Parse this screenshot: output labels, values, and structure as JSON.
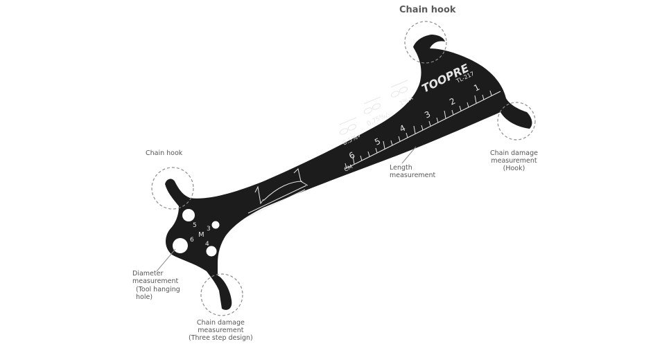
{
  "labels": {
    "chain_hook_top": "Chain hook",
    "chain_hook_left": "Chain hook",
    "chain_damage_hook": [
      "Chain damage",
      "measurement",
      "(Hook)"
    ],
    "length_measurement": [
      "Length",
      "measurement"
    ],
    "diameter_measurement": [
      "Diameter",
      "measurement"
    ],
    "tool_hanging_hole": [
      "(Tool hanging",
      "hole)"
    ],
    "chain_damage_three_step": [
      "Chain damage",
      "measurement",
      "(Three step design)"
    ]
  },
  "tool": {
    "brand": "TOOPRE",
    "model": "TL-217",
    "unit": "CM",
    "scale_numbers": [
      "1",
      "2",
      "3",
      "4",
      "5",
      "6"
    ],
    "wear_marks": [
      "0.5%✓",
      "0.75%△",
      "1%✕"
    ],
    "hole_numbers": [
      "5",
      "6",
      "M",
      "3",
      "4"
    ]
  },
  "colors": {
    "tool_body": "#1c1c1c",
    "engraving": "#e6e6e6",
    "callout_circle": "#8c8c8c",
    "label_text": "#555555"
  }
}
